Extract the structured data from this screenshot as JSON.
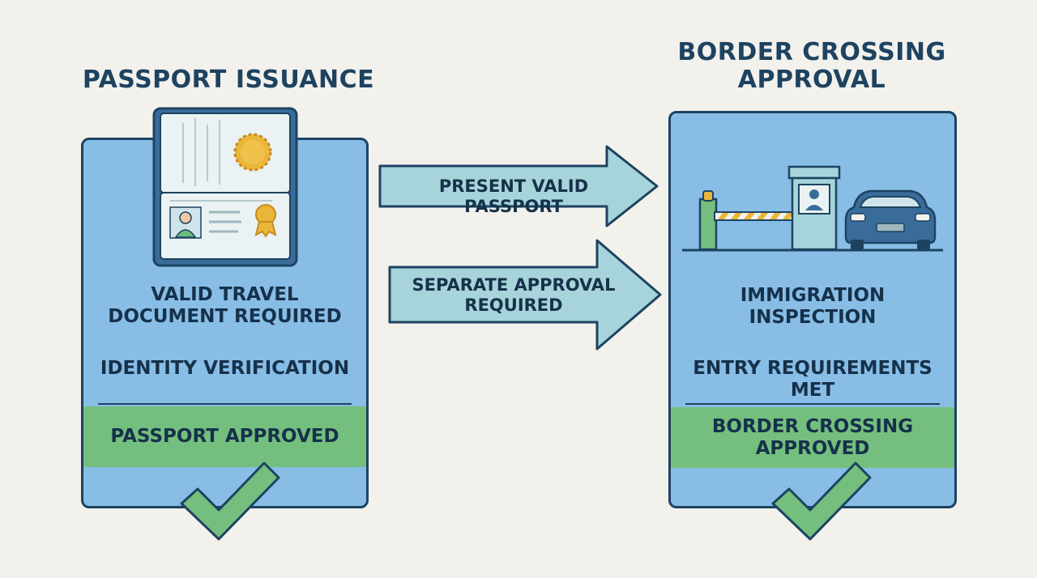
{
  "left": {
    "title": "PASSPORT ISSUANCE",
    "line1": "VALID TRAVEL",
    "line2": "DOCUMENT REQUIRED",
    "line3": "IDENTITY VERIFICATION",
    "approved": "PASSPORT APPROVED"
  },
  "arrows": {
    "top": "PRESENT VALID PASSPORT",
    "bottom_line1": "SEPARATE APPROVAL",
    "bottom_line2": "REQUIRED"
  },
  "right": {
    "title_line1": "BORDER CROSSING",
    "title_line2": "APPROVAL",
    "line1": "IMMIGRATION",
    "line2": "INSPECTION",
    "line3": "ENTRY REQUIREMENTS MET",
    "approved_line1": "BORDER CROSSING",
    "approved_line2": "APPROVED"
  },
  "icons": {
    "passport": "open-passport-icon",
    "checkpoint": "border-checkpoint-icon",
    "check": "checkmark-icon"
  },
  "colors": {
    "panel": "#88bde6",
    "outline": "#1d4361",
    "approved_band": "#74bf7e",
    "arrow_fill": "#a6d4da",
    "background": "#f3f1ec"
  }
}
